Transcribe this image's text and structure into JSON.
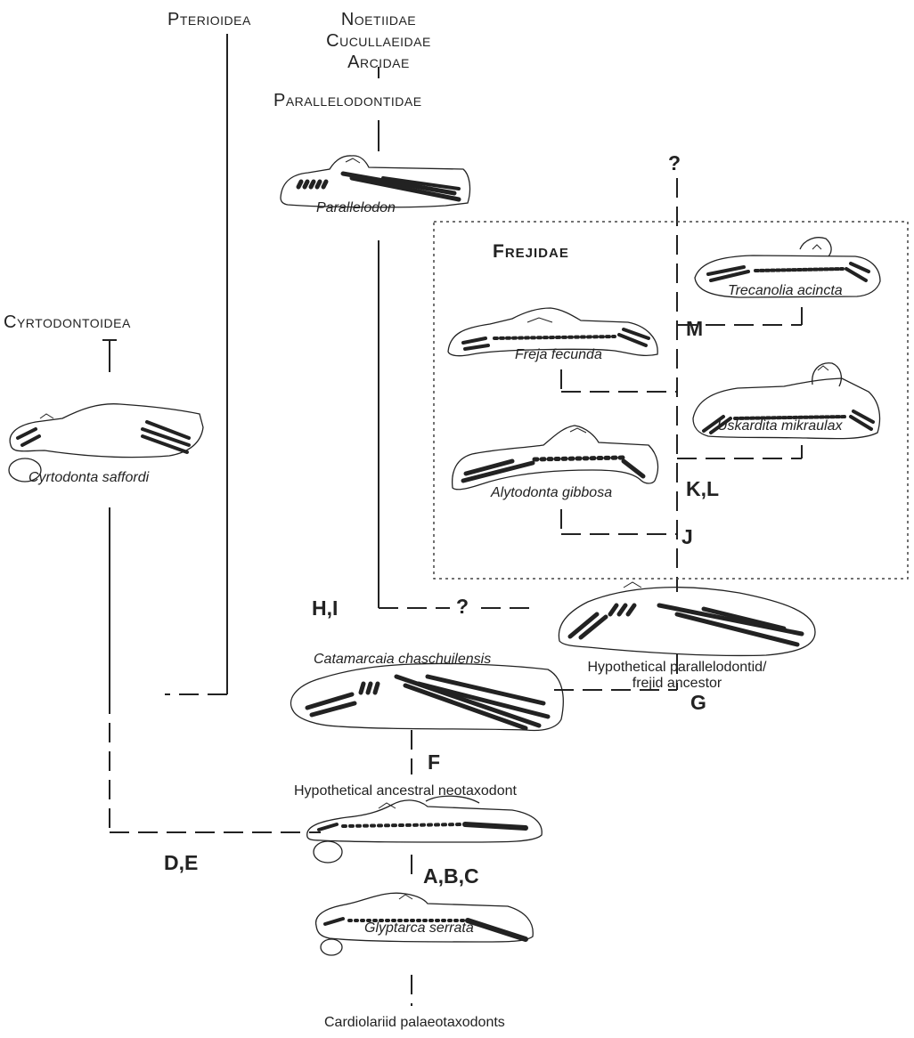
{
  "higher_taxa": {
    "pterioidea": "Pterioidea",
    "noetiidae": "Noetiidae",
    "cucullaeidae": "Cucullaeidae",
    "arcidae": "Arcidae",
    "parallelodontidae": "Parallelodontidae",
    "cyrtodontoidea": "Cyrtodontoidea"
  },
  "family_box": {
    "title": "Frejidae"
  },
  "taxa": {
    "parallelodon": "Parallelodon",
    "trecanolia": "Trecanolia acincta",
    "freja": "Freja fecunda",
    "uskardita": "Uskardita mikraulax",
    "alytodonta": "Alytodonta gibbosa",
    "cyrtodonta": "Cyrtodonta saffordi",
    "catamarcaia": "Catamarcaia chaschuilensis",
    "glyptarca": "Glyptarca serrata"
  },
  "descriptions": {
    "hyp_parallelodontid_line1": "Hypothetical parallelodontid/",
    "hyp_parallelodontid_line2": "frejid ancestor",
    "hyp_neotaxodont": "Hypothetical ancestral neotaxodont",
    "cardiolariid": "Cardiolariid palaeotaxodonts"
  },
  "node_labels": {
    "m": "M",
    "kl": "K,L",
    "j": "J",
    "hi": "H,I",
    "g": "G",
    "f": "F",
    "de": "D,E",
    "abc": "A,B,C"
  },
  "uncertain_marks": {
    "top": "?",
    "middle": "?"
  },
  "colors": {
    "ink": "#222222",
    "background": "#ffffff"
  }
}
